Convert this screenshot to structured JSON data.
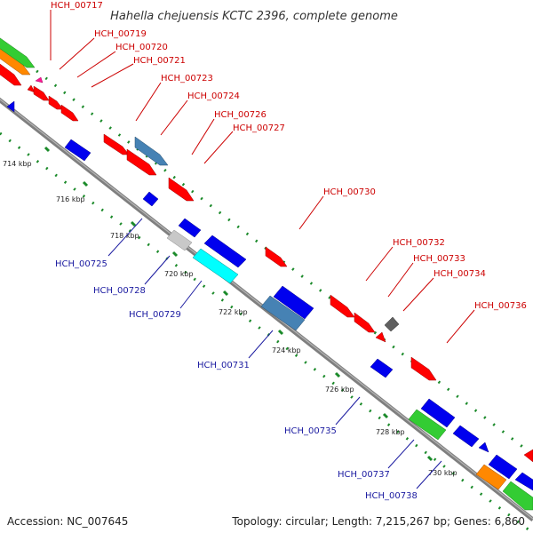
{
  "title": "Hahella chejuensis KCTC 2396, complete genome",
  "footer": {
    "accession": "Accession: NC_007645",
    "summary": "Topology: circular; Length: 7,215,267 bp; Genes: 6,860"
  },
  "colors": {
    "backbone": "#8c8c8c",
    "tick": "#1b8a2a",
    "forward_label": "#cc0000",
    "reverse_label": "#1a1aa0",
    "gene_red": "#ff0000",
    "gene_blue": "#0000ee",
    "gene_green": "#33cc33",
    "gene_orange": "#ff8800",
    "gene_cyan": "#00ffff",
    "gene_steel": "#4682b4",
    "gene_grey": "#c8c8c8",
    "gene_dark": "#606060",
    "gene_magenta": "#ff1493"
  },
  "kbp_marks": [
    "714 kbp",
    "716 kbp",
    "718 kbp",
    "720 kbp",
    "722 kbp",
    "724 kbp",
    "726 kbp",
    "728 kbp",
    "730 kbp"
  ],
  "forward_labels": [
    "HCH_00717",
    "HCH_00719",
    "HCH_00720",
    "HCH_00721",
    "HCH_00723",
    "HCH_00724",
    "HCH_00726",
    "HCH_00727",
    "HCH_00730",
    "HCH_00732",
    "HCH_00733",
    "HCH_00734",
    "HCH_00736"
  ],
  "reverse_labels": [
    "HCH_00725",
    "HCH_00728",
    "HCH_00729",
    "HCH_00731",
    "HCH_00735",
    "HCH_00737",
    "HCH_00738"
  ]
}
